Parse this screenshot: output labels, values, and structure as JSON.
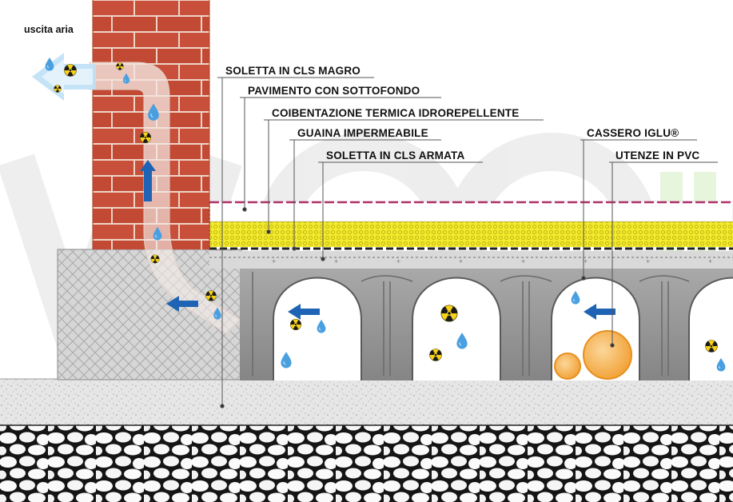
{
  "labels": {
    "air_outlet": "uscita aria",
    "lean_slab": "SOLETTA IN CLS MAGRO",
    "floor": "PAVIMENTO CON SOTTOFONDO",
    "insulation": "COIBENTAZIONE TERMICA IDROREPELLENTE",
    "membrane": "GUAINA IMPERMEABILE",
    "reinforced_slab": "SOLETTA IN CLS ARMATA",
    "igloo_formwork": "CASSERO IGLU®",
    "pvc_pipes": "UTENZE IN PVC"
  },
  "icons": [
    "radiation-icon",
    "water-drop-icon",
    "air-flow-arrow-icon"
  ],
  "colors": {
    "brick": "#c8503a",
    "brick_mortar": "#f1d9cc",
    "insulation": "#f2ea2c",
    "concrete": "#8c8c8c",
    "igloo_fill": "#9a9a9a",
    "gravel_stone": "#ffffff",
    "gravel_bg": "#111111",
    "arrow_blue": "#1f64b4",
    "drop_blue": "#4a9fe0",
    "pipe_orange": "#f3a33c",
    "finish_line": "#b0306a"
  }
}
